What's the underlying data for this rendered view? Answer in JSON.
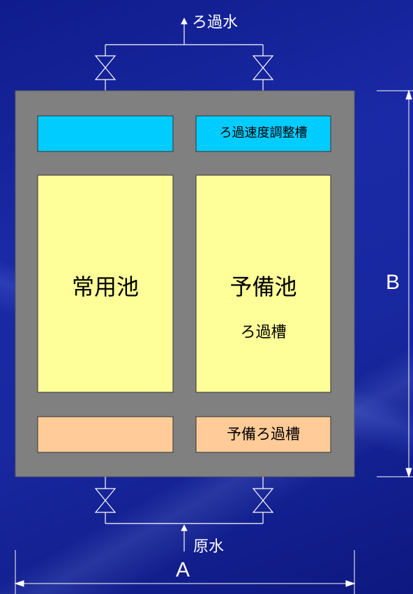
{
  "labels": {
    "filtered_water": "ろ過水",
    "raw_water": "原水",
    "dim_a": "A",
    "dim_b": "B"
  },
  "boxes": {
    "rate_tank": "ろ過速度調整槽",
    "regular_pond": "常用池",
    "spare_pond": "予備池",
    "filter_tank": "ろ過槽",
    "spare_filter_tank": "予備ろ過槽"
  },
  "colors": {
    "background": "#1a2aa6",
    "frame": "#808080",
    "cyan_box": "#00ccff",
    "pond_box": "#ffff99",
    "peach_box": "#ffcc99",
    "lines": "#ffffff"
  }
}
